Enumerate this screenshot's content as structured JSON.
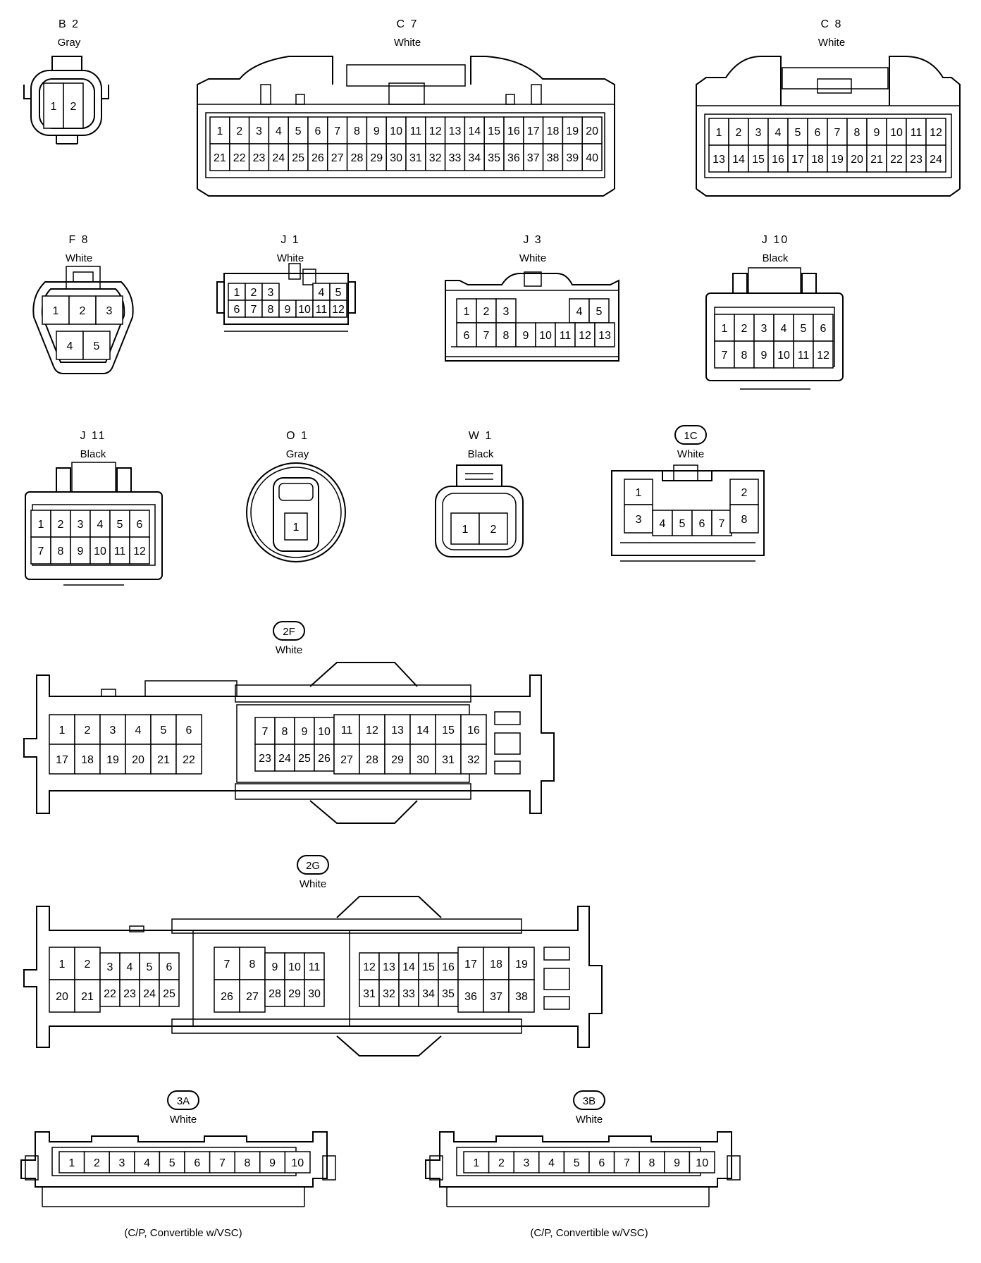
{
  "connectors": [
    {
      "id": "B2",
      "code": "B 2",
      "color": "Gray",
      "pins": [
        [
          "1",
          "2"
        ]
      ]
    },
    {
      "id": "C7",
      "code": "C 7",
      "color": "White",
      "pins": [
        [
          "1",
          "2",
          "3",
          "4",
          "5",
          "6",
          "7",
          "8",
          "9",
          "10",
          "11",
          "12",
          "13",
          "14",
          "15",
          "16",
          "17",
          "18",
          "19",
          "20"
        ],
        [
          "21",
          "22",
          "23",
          "24",
          "25",
          "26",
          "27",
          "28",
          "29",
          "30",
          "31",
          "32",
          "33",
          "34",
          "35",
          "36",
          "37",
          "38",
          "39",
          "40"
        ]
      ]
    },
    {
      "id": "C8",
      "code": "C 8",
      "color": "White",
      "pins": [
        [
          "1",
          "2",
          "3",
          "4",
          "5",
          "6",
          "7",
          "8",
          "9",
          "10",
          "11",
          "12"
        ],
        [
          "13",
          "14",
          "15",
          "16",
          "17",
          "18",
          "19",
          "20",
          "21",
          "22",
          "23",
          "24"
        ]
      ]
    },
    {
      "id": "F8",
      "code": "F 8",
      "color": "White",
      "pins": [
        [
          "1",
          "2",
          "3"
        ],
        [
          "4",
          "5"
        ]
      ]
    },
    {
      "id": "J1",
      "code": "J 1",
      "color": "White",
      "pins": [
        [
          "1",
          "2",
          "3",
          "4",
          "5"
        ],
        [
          "6",
          "7",
          "8",
          "9",
          "10",
          "11",
          "12"
        ]
      ]
    },
    {
      "id": "J3",
      "code": "J 3",
      "color": "White",
      "pins": [
        [
          "1",
          "2",
          "3",
          "4",
          "5"
        ],
        [
          "6",
          "7",
          "8",
          "9",
          "10",
          "11",
          "12",
          "13"
        ]
      ]
    },
    {
      "id": "J10",
      "code": "J 10",
      "color": "Black",
      "pins": [
        [
          "1",
          "2",
          "3",
          "4",
          "5",
          "6"
        ],
        [
          "7",
          "8",
          "9",
          "10",
          "11",
          "12"
        ]
      ]
    },
    {
      "id": "J11",
      "code": "J 11",
      "color": "Black",
      "pins": [
        [
          "1",
          "2",
          "3",
          "4",
          "5",
          "6"
        ],
        [
          "7",
          "8",
          "9",
          "10",
          "11",
          "12"
        ]
      ]
    },
    {
      "id": "O1",
      "code": "O 1",
      "color": "Gray",
      "pins": [
        [
          "1"
        ]
      ]
    },
    {
      "id": "W1",
      "code": "W 1",
      "color": "Black",
      "pins": [
        [
          "1",
          "2"
        ]
      ]
    },
    {
      "id": "1C",
      "code": "1C",
      "color": "White",
      "pins": [
        [
          "1",
          "2"
        ],
        [
          "3",
          "4",
          "5",
          "6",
          "7",
          "8"
        ]
      ]
    },
    {
      "id": "2F",
      "code": "2F",
      "color": "White",
      "pins": [
        [
          "1",
          "2",
          "3",
          "4",
          "5",
          "6",
          "7",
          "8",
          "9",
          "10",
          "11",
          "12",
          "13",
          "14",
          "15",
          "16"
        ],
        [
          "17",
          "18",
          "19",
          "20",
          "21",
          "22",
          "23",
          "24",
          "25",
          "26",
          "27",
          "28",
          "29",
          "30",
          "31",
          "32"
        ]
      ]
    },
    {
      "id": "2G",
      "code": "2G",
      "color": "White",
      "pins": [
        [
          "1",
          "2",
          "3",
          "4",
          "5",
          "6",
          "7",
          "8",
          "9",
          "10",
          "11",
          "12",
          "13",
          "14",
          "15",
          "16",
          "17",
          "18",
          "19"
        ],
        [
          "20",
          "21",
          "22",
          "23",
          "24",
          "25",
          "26",
          "27",
          "28",
          "29",
          "30",
          "31",
          "32",
          "33",
          "34",
          "35",
          "36",
          "37",
          "38"
        ]
      ]
    },
    {
      "id": "3A",
      "code": "3A",
      "color": "White",
      "pins": [
        [
          "1",
          "2",
          "3",
          "4",
          "5",
          "6",
          "7",
          "8",
          "9",
          "10"
        ]
      ],
      "note": "(C/P, Convertible w/VSC)"
    },
    {
      "id": "3B",
      "code": "3B",
      "color": "White",
      "pins": [
        [
          "1",
          "2",
          "3",
          "4",
          "5",
          "6",
          "7",
          "8",
          "9",
          "10"
        ]
      ],
      "note": "(C/P, Convertible w/VSC)"
    }
  ]
}
